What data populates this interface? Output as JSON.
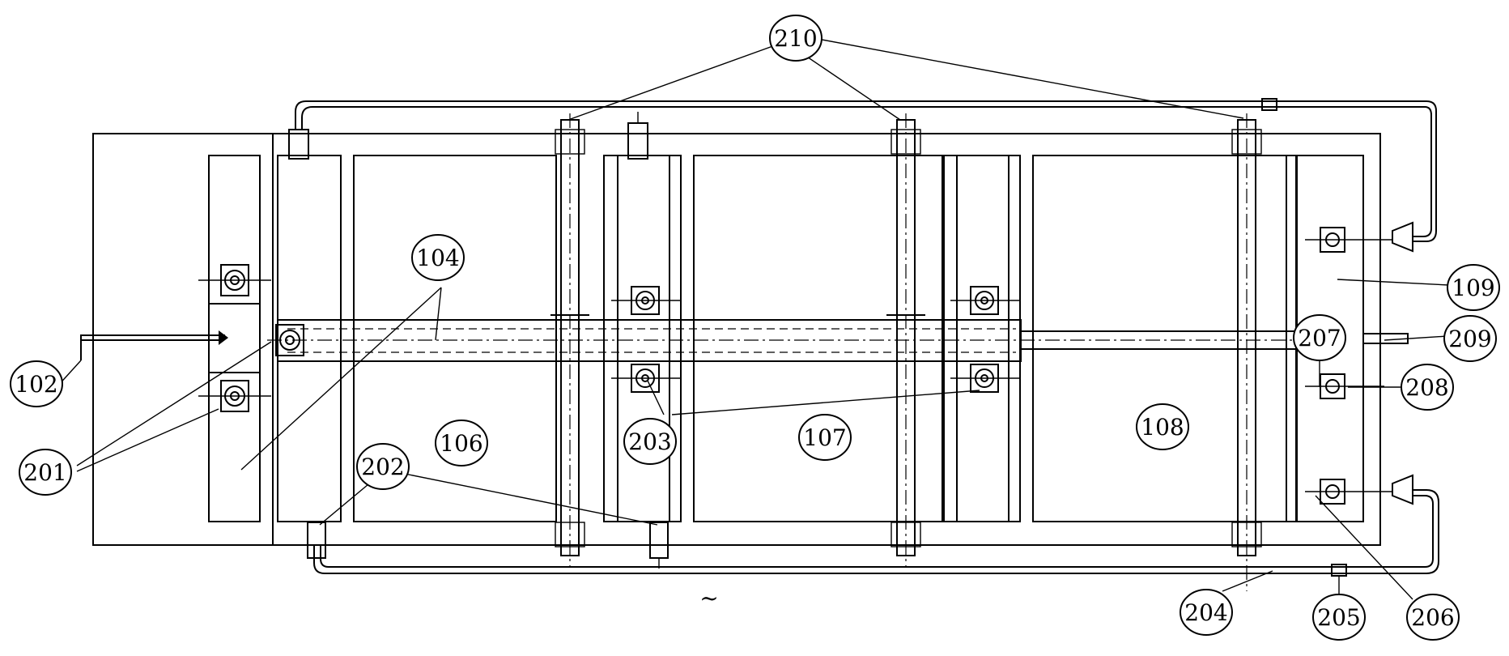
{
  "labels": {
    "l102": "102",
    "l104": "104",
    "l106": "106",
    "l107": "107",
    "l108": "108",
    "l109": "109",
    "l201": "201",
    "l202": "202",
    "l203": "203",
    "l204": "204",
    "l205": "205",
    "l206": "206",
    "l207": "207",
    "l208": "208",
    "l209": "209",
    "l210": "210"
  },
  "stray_mark": "~"
}
